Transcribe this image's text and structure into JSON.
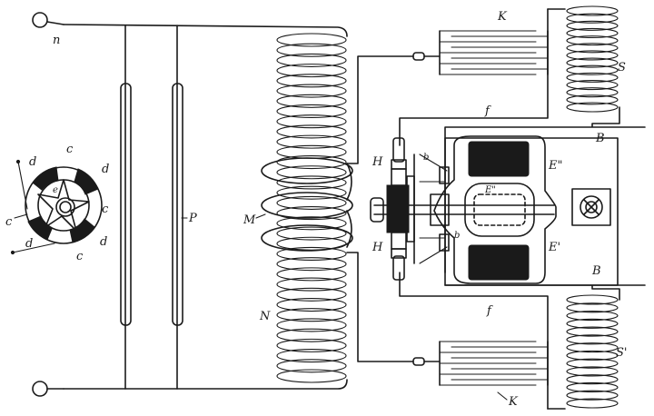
{
  "labels": {
    "n": "n",
    "p": "P",
    "m": "M",
    "n_coil": "N",
    "k_top": "K",
    "k_bottom": "K",
    "s_top": "S",
    "s_bottom": "S'",
    "b_top": "B",
    "b_bottom": "B",
    "f_top": "f",
    "f_bottom": "f",
    "h_top": "H",
    "h_bottom": "H",
    "b_small_top": "b",
    "b_small_bottom": "b",
    "e_top": "E\"",
    "e_mid": "E\"",
    "e_right": "E'",
    "detail_c1": "c",
    "detail_c2": "c",
    "detail_c3": "c",
    "detail_c4": "c",
    "detail_d1": "d",
    "detail_d2": "d",
    "detail_d3": "d",
    "detail_d4": "d",
    "detail_e": "e"
  },
  "colors": {
    "ink": "#1a1a1a",
    "paper": "#ffffff"
  }
}
